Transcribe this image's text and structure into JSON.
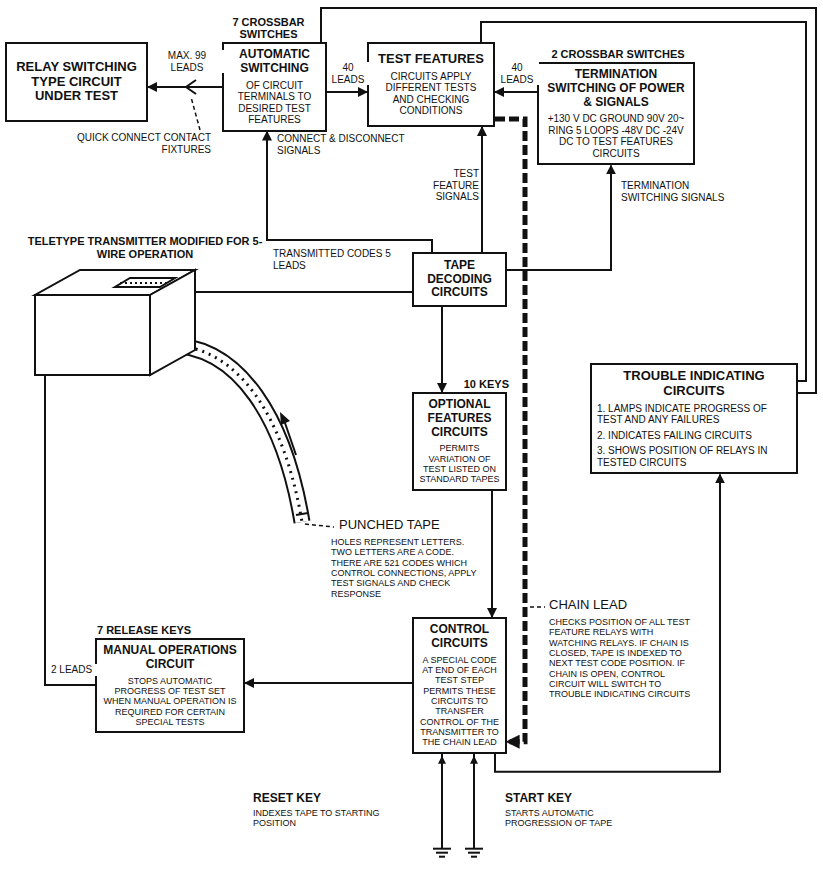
{
  "diagram": {
    "nodes": [
      {
        "text": [
          "RELAY SWITCHING TYPE CIRCUIT UNDER TEST"
        ]
      },
      {
        "text": [
          "7 CROSSBAR SWITCHES",
          "AUTOMATIC SWITCHING",
          "OF CIRCUIT TERMINALS TO DESIRED TEST FEATURES"
        ]
      },
      {
        "text": [
          "TEST FEATURES",
          "CIRCUITS APPLY DIFFERENT TESTS AND CHECKING CONDITIONS"
        ]
      },
      {
        "text": [
          "2 CROSSBAR SWITCHES",
          "TERMINATION SWITCHING OF POWER & SIGNALS",
          "+130 V DC GROUND 90V 20~ RING 5 LOOPS -48V DC -24V DC TO TEST FEATURES CIRCUITS"
        ]
      },
      {
        "text": [
          "TAPE DECODING CIRCUITS"
        ]
      },
      {
        "text": [
          "10 KEYS",
          "OPTIONAL FEATURES CIRCUITS",
          "PERMITS VARIATION OF TEST LISTED ON STANDARD TAPES"
        ]
      },
      {
        "text": [
          "TROUBLE INDICATING CIRCUITS",
          "1. LAMPS INDICATE PROGRESS OF TEST AND ANY FAILURES",
          "2. INDICATES FAILING CIRCUITS",
          "3. SHOWS POSITION OF RELAYS IN TESTED CIRCUITS"
        ]
      },
      {
        "text": [
          "CONTROL CIRCUITS",
          "A SPECIAL CODE AT END OF EACH TEST STEP PERMITS THESE CIRCUITS TO TRANSFER CONTROL OF THE TRANSMITTER TO THE CHAIN LEAD"
        ]
      },
      {
        "text": [
          "7 RELEASE KEYS",
          "MANUAL OPERATIONS CIRCUIT",
          "STOPS AUTOMATIC PROGRESS OF TEST SET WHEN MANUAL OPERATION IS REQUIRED FOR CERTAIN SPECIAL TESTS"
        ]
      },
      {
        "text": [
          "TELETYPE TRANSMITTER MODIFIED FOR 5-WIRE OPERATION"
        ]
      }
    ],
    "edges": [
      {
        "from": 1,
        "to": 0,
        "label": "MAX. 99 LEADS",
        "arrow": "to"
      },
      {
        "from": 1,
        "to": 2,
        "label": "40 LEADS",
        "arrow": "to"
      },
      {
        "from": 3,
        "to": 2,
        "label": "40 LEADS",
        "arrow": "to"
      },
      {
        "from": 4,
        "to": 1,
        "label": "CONNECT & DISCONNECT SIGNALS",
        "arrow": "to"
      },
      {
        "from": 4,
        "to": 2,
        "label": "TEST FEATURE SIGNALS",
        "arrow": "to"
      },
      {
        "from": 4,
        "to": 3,
        "label": "TERMINATION SWITCHING SIGNALS",
        "arrow": "to"
      },
      {
        "from": 9,
        "to": 4,
        "label": "TRANSMITTED CODES 5 LEADS",
        "arrow": "none"
      },
      {
        "from": 4,
        "to": 5,
        "arrow": "to"
      },
      {
        "from": 5,
        "to": 7,
        "arrow": "to"
      },
      {
        "from": 7,
        "to": 8,
        "arrow": "to"
      },
      {
        "from": 8,
        "to": 9,
        "label": "2 LEADS",
        "arrow": "none"
      },
      {
        "from": 2,
        "to": 7,
        "arrow": "to"
      },
      {
        "from": 1,
        "to": 6,
        "arrow": "none"
      },
      {
        "from": 2,
        "to": 6,
        "arrow": "none"
      },
      {
        "from": 7,
        "to": 6,
        "arrow": "to"
      }
    ],
    "labels": [
      "QUICK CONNECT CONTACT FIXTURES",
      "PUNCHED TAPE",
      "HOLES REPRESENT LETTERS. TWO LETTERS ARE A CODE. THERE ARE 521 CODES WHICH CONTROL CONNECTIONS, APPLY TEST SIGNALS AND CHECK RESPONSE",
      "CHAIN LEAD",
      "CHECKS POSITION OF ALL TEST FEATURE RELAYS WITH WATCHING RELAYS. IF CHAIN IS CLOSED, TAPE IS INDEXED TO NEXT TEST CODE POSITION. IF CHAIN IS OPEN, CONTROL CIRCUIT WILL SWITCH TO TROUBLE INDICATING CIRCUITS",
      "RESET KEY",
      "INDEXES TAPE TO STARTING POSITION",
      "START KEY",
      "STARTS AUTOMATIC PROGRESSION OF TAPE"
    ]
  }
}
